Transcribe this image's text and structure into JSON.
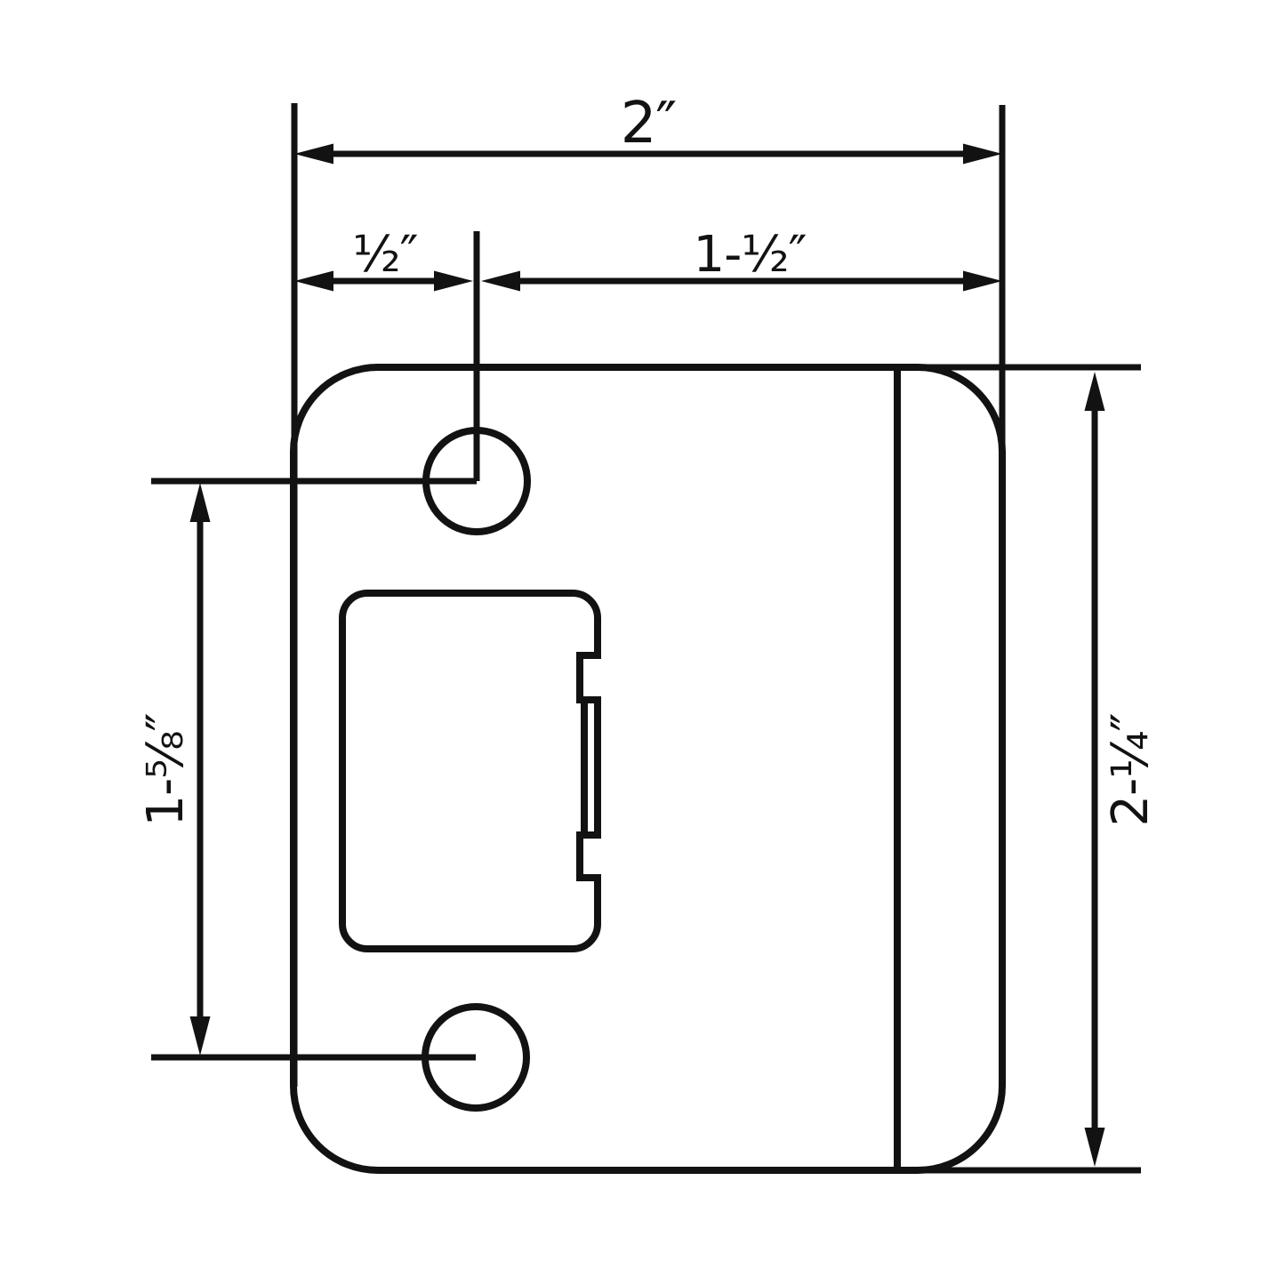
{
  "colors": {
    "line": "#121212",
    "background": "#ffffff"
  },
  "labels": {
    "overall_width": "2″",
    "left_offset": "½″",
    "right_offset": "1-½″",
    "hole_spacing": "1-⅝″",
    "overall_height": "2-¼″"
  }
}
